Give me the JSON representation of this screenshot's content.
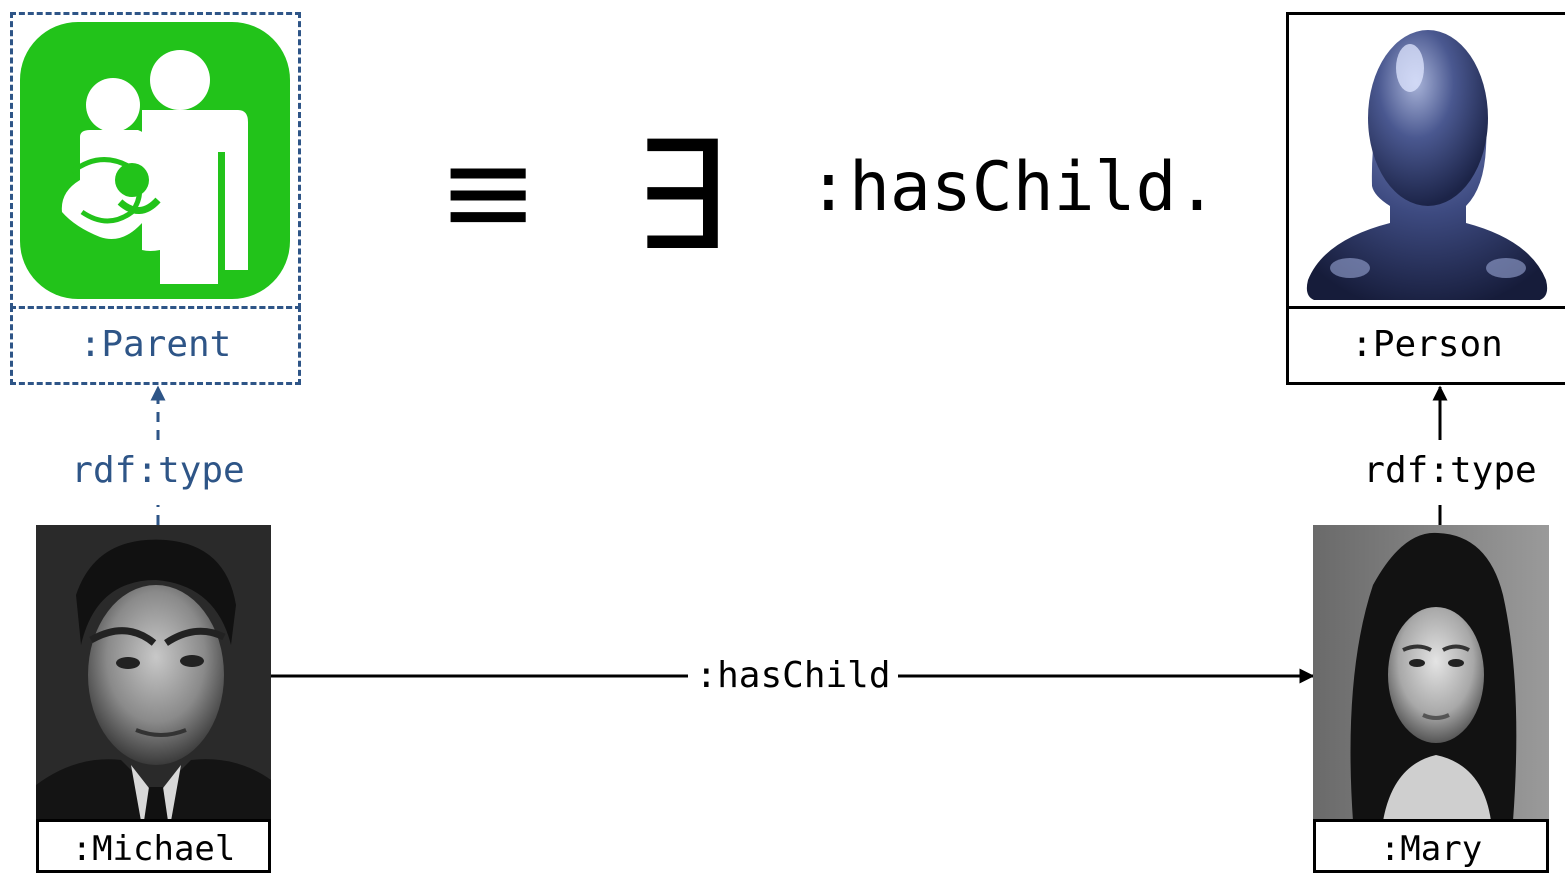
{
  "colors": {
    "inferred": "#2e5587",
    "asserted": "#000000",
    "parent_icon_green": "#22c31a"
  },
  "equation": {
    "equivalence_symbol": "≡",
    "exists_symbol": "∃",
    "property": ":hasChild."
  },
  "nodes": {
    "parent": {
      "label": ":Parent",
      "icon": "parent-child-icon"
    },
    "person": {
      "label": ":Person",
      "icon": "person-silhouette-icon"
    },
    "michael": {
      "label": ":Michael",
      "image": "portrait-photo"
    },
    "mary": {
      "label": ":Mary",
      "image": "portrait-photo"
    }
  },
  "edges": {
    "michael_type": {
      "label": "rdf:type",
      "style": "dashed"
    },
    "mary_type": {
      "label": "rdf:type",
      "style": "solid"
    },
    "has_child": {
      "label": ":hasChild",
      "style": "solid"
    }
  }
}
